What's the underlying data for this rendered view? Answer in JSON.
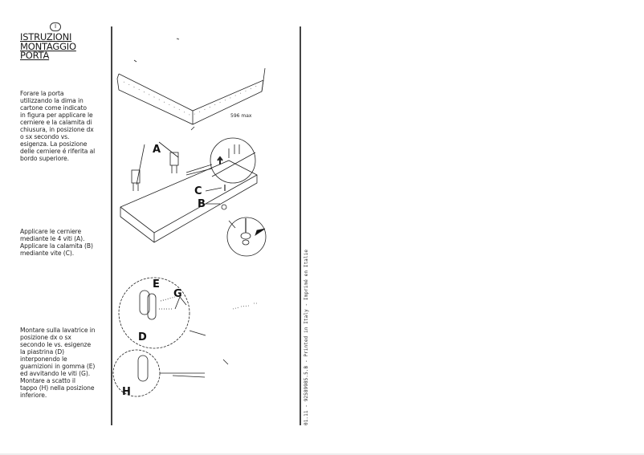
{
  "header": {
    "language_badge": "I",
    "title_lines": [
      "ISTRUZIONI",
      "MONTAGGIO",
      "PORTA"
    ]
  },
  "steps": [
    {
      "text_lines": [
        "Forare la porta",
        "utilizzando la dima in",
        "cartone come indicato",
        "in figura per applicare le",
        "cerniere e la calamita di",
        "chiusura, in posizione dx",
        "o sx secondo vs.",
        "esigenza. La posizione",
        "delle cerniere é riferita al",
        "bordo superiore."
      ]
    },
    {
      "text_lines": [
        "Applicare le cerniere",
        "mediante le 4 viti (A).",
        "Applicare la calamita (B)",
        "mediante vite (C)."
      ]
    },
    {
      "text_lines": [
        "Montare sulla lavatrice in",
        "posizione dx o sx",
        "secondo le vs. esigenze",
        "la piastrina (D)",
        "interponendo le",
        "guarnizioni in gomma (E)",
        "ed avvitando le viti (G).",
        "Montare a scatto il",
        "tappo (H) nella posizione",
        "inferiore."
      ]
    }
  ],
  "illustrations": {
    "figure1_label": "596 max",
    "figure2_labels": {
      "a": "A",
      "b": "B",
      "c": "C"
    },
    "figure3_labels": {
      "d": "D",
      "e": "E",
      "g": "G",
      "h": "H"
    }
  },
  "footer": {
    "print_code": "01.11 - 92589985.5.B - Printed in Italy - Imprimé en Italie"
  }
}
